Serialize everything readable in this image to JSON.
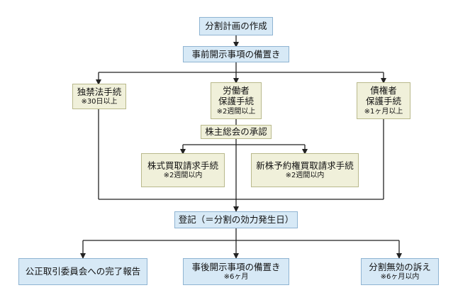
{
  "diagram": {
    "nodes": {
      "plan": {
        "label": "分割計画の作成"
      },
      "prior_disclosure": {
        "label": "事前開示事項の備置き"
      },
      "antimonopoly": {
        "label": "独禁法手続",
        "note": "※30日以上"
      },
      "labor": {
        "line1": "労働者",
        "line2": "保護手続",
        "note": "※2週間以上"
      },
      "creditor": {
        "line1": "債権者",
        "line2": "保護手続",
        "note": "※1ヶ月以上"
      },
      "shareholders": {
        "label": "株主総会の承認"
      },
      "share_buyback": {
        "label": "株式買取請求手続",
        "note": "※2週間以内"
      },
      "warrant_buyback": {
        "label": "新株予約権買取請求手続",
        "note": "※2週間以内"
      },
      "registration": {
        "label": "登記（＝分割の効力発生日）"
      },
      "ftc_report": {
        "label": "公正取引委員会への完了報告"
      },
      "post_disclosure": {
        "label": "事後開示事項の備置き",
        "note": "※6ヶ月"
      },
      "invalid_suit": {
        "label": "分割無効の訴え",
        "note": "※6ヶ月以内"
      }
    },
    "colors": {
      "blue_fill": "#d7e9f6",
      "tan_fill": "#f0f0da",
      "line": "#222222"
    }
  }
}
